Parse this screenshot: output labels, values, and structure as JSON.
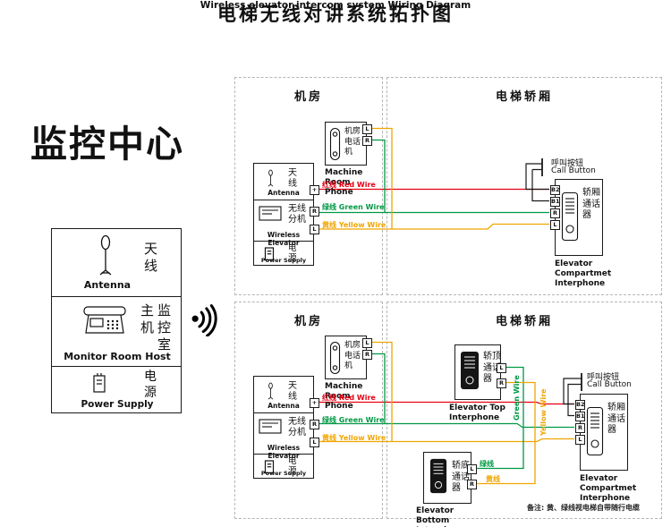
{
  "header": {
    "title": "电梯无线对讲系统拓扑图",
    "subtitle": "Wireless elevator intercom system Wiring Diagram"
  },
  "monitor_center": {
    "heading": "监控中心",
    "antenna_zh": "天线",
    "antenna_en": "Antenna",
    "host_zh_left": "主机",
    "host_zh_right": "监控室",
    "host_en": "Monitor Room Host",
    "power_zh": "电源",
    "power_en": "Power Supply"
  },
  "labels": {
    "machine_room": "机房",
    "elevator_car": "电梯轿厢",
    "machine_room_phone_zh": "机房电话机",
    "machine_room_phone_en": "Machine Room Phone",
    "antenna_zh": "天线",
    "antenna_en": "Antenna",
    "wireless_zh": "无线分机",
    "wireless_en": "Wireless Elevator",
    "power_zh": "电源",
    "power_en": "Power Supply",
    "call_button_zh": "呼叫按钮",
    "call_button_en": "Call Button",
    "compartment_zh": "轿厢通话器",
    "compartment_en": "Elevator Compartmet Interphone",
    "top_interphone_zh": "轿顶通话器",
    "top_interphone_en": "Elevator Top Interphone",
    "bottom_interphone_zh": "轿底通话器",
    "bottom_interphone_en": "Elevator Bottom Interphone",
    "red_wire": "红线 Red Wire",
    "green_wire": "绿线 Green Wire",
    "yellow_wire": "黄线 Yellow Wire",
    "green_wire_en": "Green Wire",
    "yellow_wire_en": "Yellow Wire",
    "green_wire_zh": "绿线",
    "yellow_wire_zh": "黄线"
  },
  "terminals": {
    "plus": "+",
    "r": "R",
    "l": "L",
    "b1": "B1",
    "b2": "B2"
  },
  "note": "备注: 黄、绿线视电梯自带随行电缆",
  "colors": {
    "red_wire": "#e60012",
    "green_wire": "#009944",
    "yellow_wire": "#f0a500",
    "line": "#1a1a1a",
    "dashed_border": "#b5b5b5"
  }
}
